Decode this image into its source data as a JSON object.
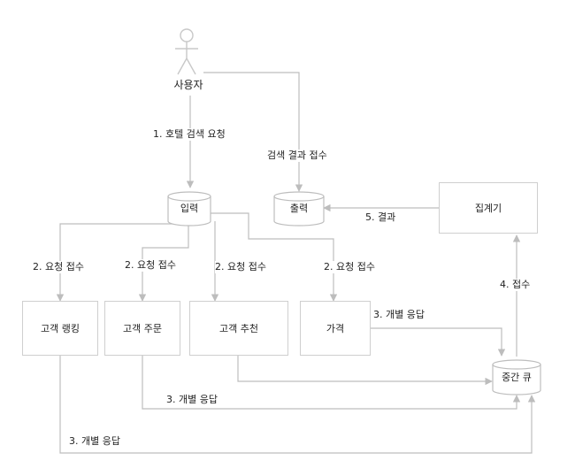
{
  "colors": {
    "line": "#bdbdbd",
    "box_border": "#cfcfcf",
    "text": "#222222"
  },
  "nodes": {
    "user": "사용자",
    "input": "입력",
    "output": "출력",
    "aggregator": "집계기",
    "customer_ranking": "고객 랭킹",
    "customer_order": "고객 주문",
    "customer_recommend": "고객 추천",
    "price": "가격",
    "middle_queue": "중간 큐"
  },
  "edges": {
    "hotel_search": "1. 호텔 검색 요청",
    "search_result_receive": "검색 결과 접수",
    "result": "5. 결과",
    "request_receive_1": "2. 요청 접수",
    "request_receive_2": "2. 요청 접수",
    "request_receive_3": "2. 요청 접수",
    "request_receive_4": "2. 요청 접수",
    "individual_response_price": "3. 개별 응답",
    "individual_response_order": "3. 개별 응답",
    "individual_response_ranking": "3. 개별 응답",
    "receive_4": "4. 접수"
  }
}
